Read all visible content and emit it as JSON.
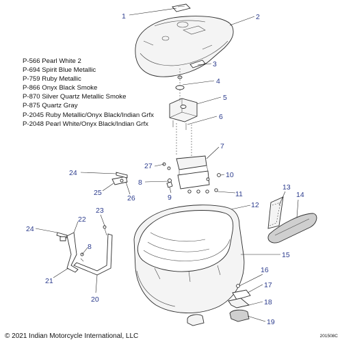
{
  "paint_codes": [
    "P-566 Pearl White 2",
    "P-694 Spirit Blue Metallic",
    "P-759 Ruby Metallic",
    "P-866 Onyx Black Smoke",
    "P-870 Silver Quartz Metallic Smoke",
    "P-875 Quartz Gray",
    "P-2045 Ruby Metallic/Onyx Black/Indian Grfx",
    "P-2048 Pearl White/Onyx Black/Indian Grfx"
  ],
  "callouts": [
    "1",
    "2",
    "3",
    "4",
    "5",
    "6",
    "7",
    "8",
    "9",
    "10",
    "11",
    "12",
    "13",
    "14",
    "15",
    "16",
    "17",
    "18",
    "19",
    "20",
    "21",
    "22",
    "23",
    "24",
    "24",
    "25",
    "26",
    "27",
    "8"
  ],
  "copyright": "© 2021 Indian Motorcycle International, LLC",
  "drawing_code": "201508C"
}
